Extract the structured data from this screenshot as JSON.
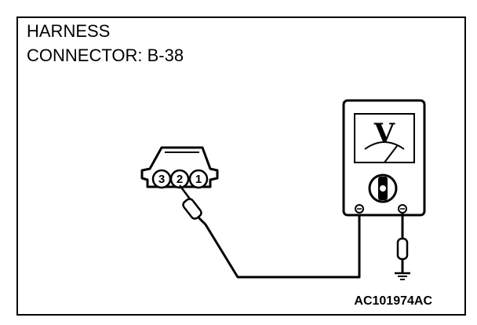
{
  "header": {
    "line1": "HARNESS",
    "line2": "CONNECTOR: B-38"
  },
  "connector": {
    "pins": [
      "3",
      "2",
      "1"
    ]
  },
  "meter": {
    "symbol": "V"
  },
  "figure_code": "AC101974AC"
}
